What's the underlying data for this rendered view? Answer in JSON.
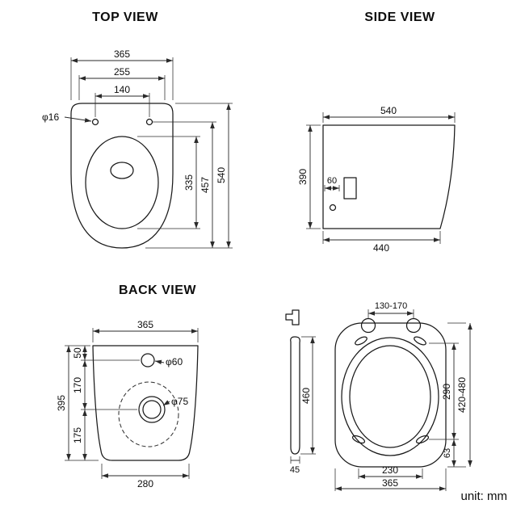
{
  "page": {
    "unit_label": "unit: mm"
  },
  "views": {
    "top": {
      "title": "TOP VIEW",
      "dims": {
        "w365": "365",
        "w255": "255",
        "w140": "140",
        "d16": "φ16",
        "l335": "335",
        "l457": "457",
        "l540": "540"
      }
    },
    "side": {
      "title": "SIDE VIEW",
      "dims": {
        "top540": "540",
        "h390": "390",
        "off60": "60",
        "bot440": "440"
      }
    },
    "back": {
      "title": "BACK VIEW",
      "dims": {
        "w365": "365",
        "s50": "50",
        "s170": "170",
        "s175": "175",
        "h395": "395",
        "d60": "φ60",
        "d75": "φ75",
        "w280": "280"
      }
    },
    "seat": {
      "dims": {
        "hinge": "130-170",
        "len460": "460",
        "t45": "45",
        "l290": "290",
        "range": "420-480",
        "b63": "63",
        "w230": "230",
        "w365": "365"
      }
    }
  }
}
